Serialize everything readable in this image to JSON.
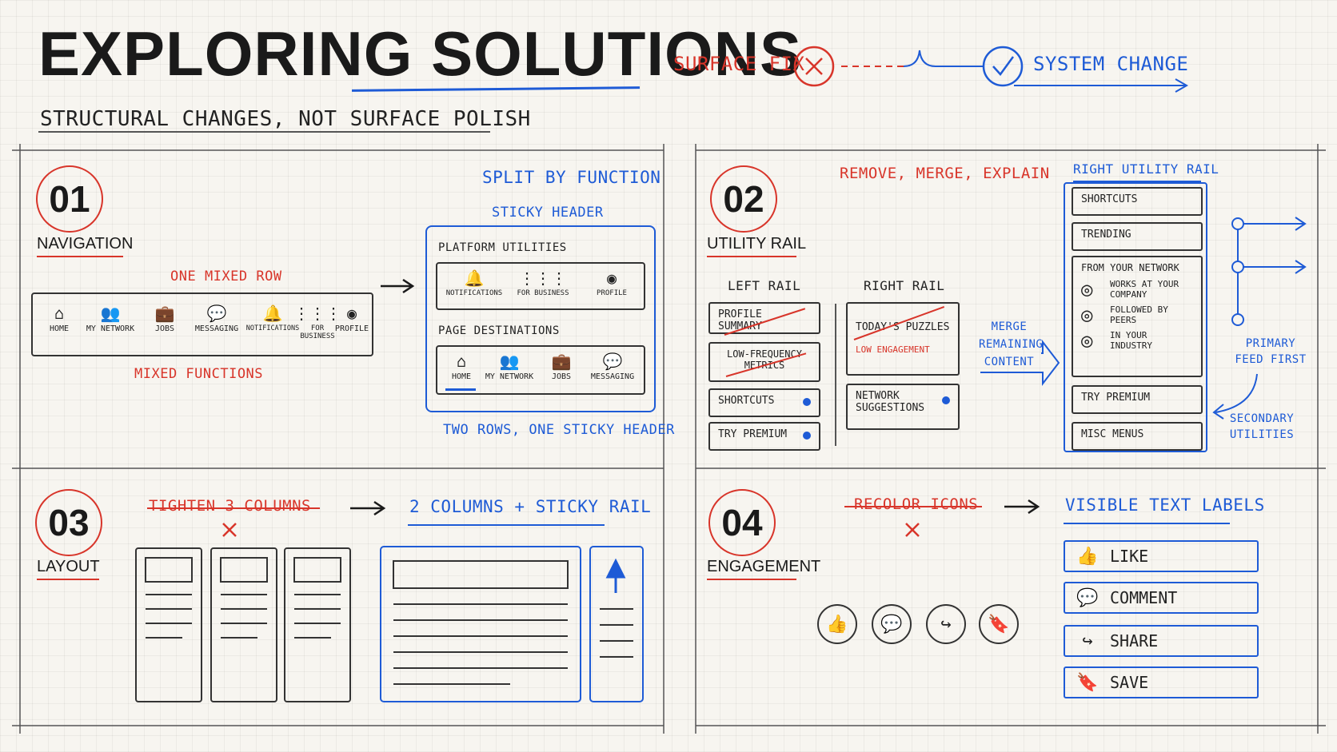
{
  "header": {
    "title": "EXPLORING SOLUTIONS",
    "subtitle": "STRUCTURAL CHANGES, NOT SURFACE POLISH",
    "surface_fix": "SURFACE FIX",
    "system_change": "SYSTEM CHANGE"
  },
  "s1": {
    "num": "01",
    "label": "NAVIGATION",
    "one_mixed_row": "ONE MIXED ROW",
    "mixed_functions": "MIXED FUNCTIONS",
    "nav_items": [
      "HOME",
      "MY NETWORK",
      "JOBS",
      "MESSAGING",
      "NOTIFICATIONS",
      "FOR BUSINESS",
      "PROFILE"
    ],
    "split_by_function": "SPLIT BY FUNCTION",
    "sticky_header": "STICKY HEADER",
    "platform_utilities": "PLATFORM UTILITIES",
    "platform_items": [
      "NOTIFICATIONS",
      "FOR BUSINESS",
      "PROFILE"
    ],
    "page_destinations": "PAGE DESTINATIONS",
    "destination_items": [
      "HOME",
      "MY NETWORK",
      "JOBS",
      "MESSAGING"
    ],
    "two_rows": "TWO ROWS, ONE STICKY HEADER"
  },
  "s2": {
    "num": "02",
    "label": "UTILITY RAIL",
    "remove_merge": "REMOVE, MERGE, EXPLAIN",
    "left_rail": "LEFT RAIL",
    "right_rail": "RIGHT RAIL",
    "left_items": [
      "PROFILE SUMMARY",
      "LOW-FREQUENCY METRICS",
      "SHORTCUTS",
      "TRY PREMIUM"
    ],
    "todays_puzzles": "TODAY'S PUZZLES",
    "low_engagement": "LOW ENGAGEMENT",
    "network_suggestions": "NETWORK SUGGESTIONS",
    "merge": "MERGE REMAINING CONTENT",
    "right_utility_rail": "RIGHT UTILITY RAIL",
    "rail_items": [
      "SHORTCUTS",
      "TRENDING"
    ],
    "from_your_network": "FROM YOUR NETWORK",
    "network_rows": [
      "WORKS AT YOUR COMPANY",
      "FOLLOWED BY PEERS",
      "IN YOUR INDUSTRY"
    ],
    "rail_bottom": [
      "TRY PREMIUM",
      "MISC MENUS"
    ],
    "primary_feed_first": "PRIMARY FEED FIRST",
    "secondary_utilities": "SECONDARY UTILITIES"
  },
  "s3": {
    "num": "03",
    "label": "LAYOUT",
    "tighten": "TIGHTEN 3 COLUMNS",
    "two_columns": "2 COLUMNS + STICKY RAIL"
  },
  "s4": {
    "num": "04",
    "label": "ENGAGEMENT",
    "recolor": "RECOLOR ICONS",
    "visible_labels": "VISIBLE TEXT LABELS",
    "actions": [
      "LIKE",
      "COMMENT",
      "SHARE",
      "SAVE"
    ]
  },
  "colors": {
    "red": "#d8352a",
    "blue": "#1e5bd6",
    "ink": "#1f1f1f"
  }
}
